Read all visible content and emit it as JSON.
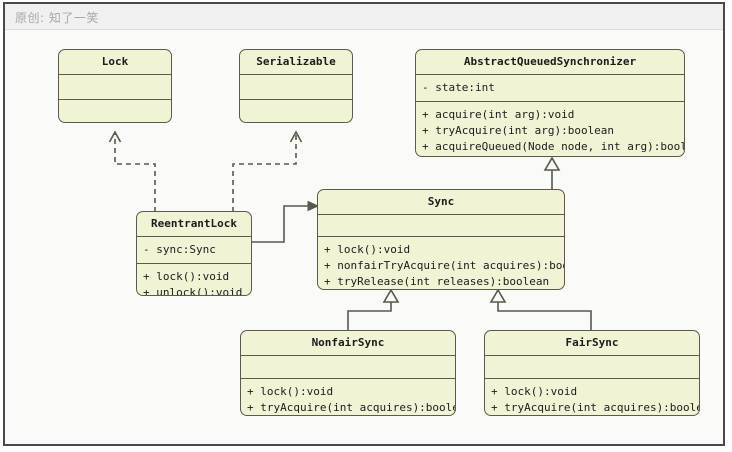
{
  "header": {
    "title": "原创: 知了一笑"
  },
  "diagram": {
    "type": "uml-class-diagram",
    "classes": [
      {
        "id": "lock",
        "name": "Lock",
        "attributes": [],
        "methods": []
      },
      {
        "id": "serializable",
        "name": "Serializable",
        "attributes": [],
        "methods": []
      },
      {
        "id": "aqs",
        "name": "AbstractQueuedSynchronizer",
        "attributes": [
          "- state:int"
        ],
        "methods": [
          "+ acquire(int arg):void",
          "+ tryAcquire(int arg):boolean",
          "+ acquireQueued(Node node, int arg):boolean"
        ]
      },
      {
        "id": "reentrantlock",
        "name": "ReentrantLock",
        "attributes": [
          "- sync:Sync"
        ],
        "methods": [
          "+ lock():void",
          "+ unlock():void"
        ]
      },
      {
        "id": "sync",
        "name": "Sync",
        "attributes": [],
        "methods": [
          "+ lock():void",
          "+ nonfairTryAcquire(int acquires):boolean",
          "+ tryRelease(int releases):boolean"
        ]
      },
      {
        "id": "nonfairsync",
        "name": "NonfairSync",
        "attributes": [],
        "methods": [
          "+ lock():void",
          "+ tryAcquire(int acquires):boolean"
        ]
      },
      {
        "id": "fairsync",
        "name": "FairSync",
        "attributes": [],
        "methods": [
          "+ lock():void",
          "+ tryAcquire(int acquires):boolean"
        ]
      }
    ],
    "relations": [
      {
        "from": "reentrantlock",
        "to": "lock",
        "kind": "realization"
      },
      {
        "from": "reentrantlock",
        "to": "serializable",
        "kind": "realization"
      },
      {
        "from": "reentrantlock",
        "to": "sync",
        "kind": "association"
      },
      {
        "from": "sync",
        "to": "aqs",
        "kind": "generalization"
      },
      {
        "from": "nonfairsync",
        "to": "sync",
        "kind": "generalization"
      },
      {
        "from": "fairsync",
        "to": "sync",
        "kind": "generalization"
      }
    ],
    "colors": {
      "box_fill": "#f2f2d5",
      "box_border": "#5a5a4d",
      "line": "#58584c",
      "canvas": "#fafaf8",
      "header_text": "#a8a8a8"
    }
  }
}
